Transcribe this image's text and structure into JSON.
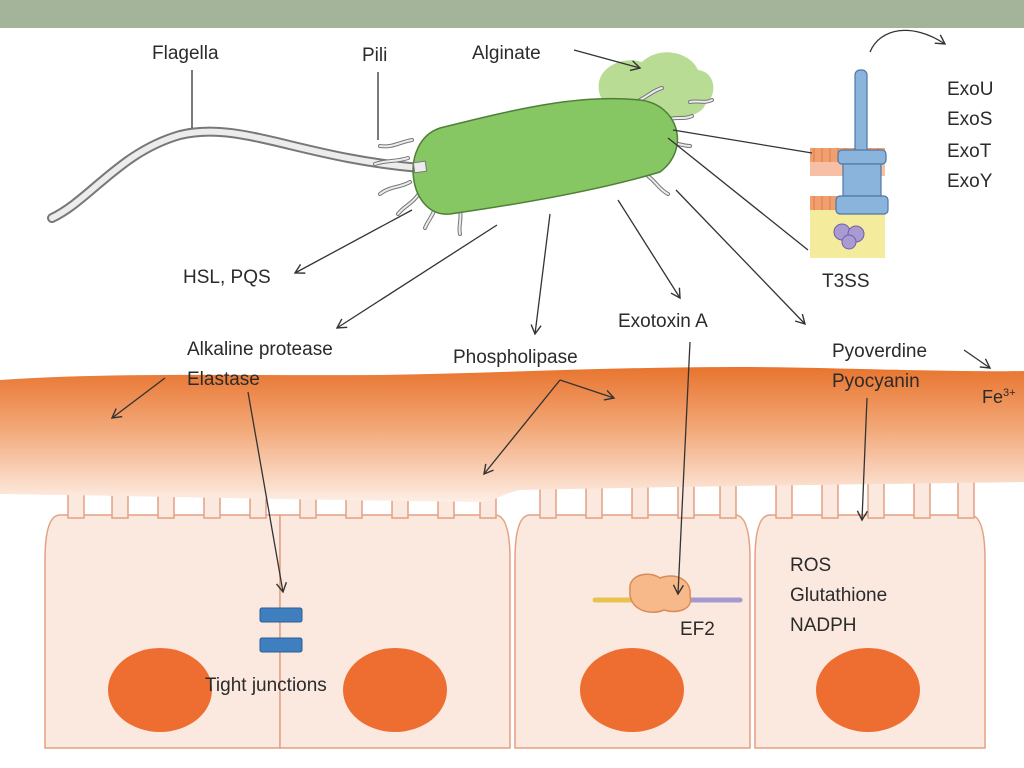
{
  "colors": {
    "top_band": "#a3b49a",
    "bacterium": "#86c663",
    "mucus": "#ee8a4a",
    "cell_fill": "#fbe9e0",
    "nucleus": "#ee6e32",
    "alginate": "#b9dc94",
    "tight_junction": "#3f7fbf",
    "t3ss": "#8ab4dc",
    "membrane": "#f0a070",
    "cytoplasm": "#f4eb9c"
  },
  "labels": {
    "flagella": "Flagella",
    "pili": "Pili",
    "alginate": "Alginate",
    "t3ss": "T3SS",
    "hsl_pqs": "HSL, PQS",
    "alkaline_protease": "Alkaline protease",
    "elastase": "Elastase",
    "phospholipase": "Phospholipase",
    "exotoxin_a": "Exotoxin A",
    "pyoverdine": "Pyoverdine",
    "pyocyanin": "Pyocyanin",
    "fe": "Fe",
    "fe_charge": "3+",
    "tight_junctions": "Tight junctions",
    "ef2": "EF2"
  },
  "exoenzymes": [
    "ExoU",
    "ExoS",
    "ExoT",
    "ExoY"
  ],
  "host_products": [
    "ROS",
    "Glutathione",
    "NADPH"
  ]
}
